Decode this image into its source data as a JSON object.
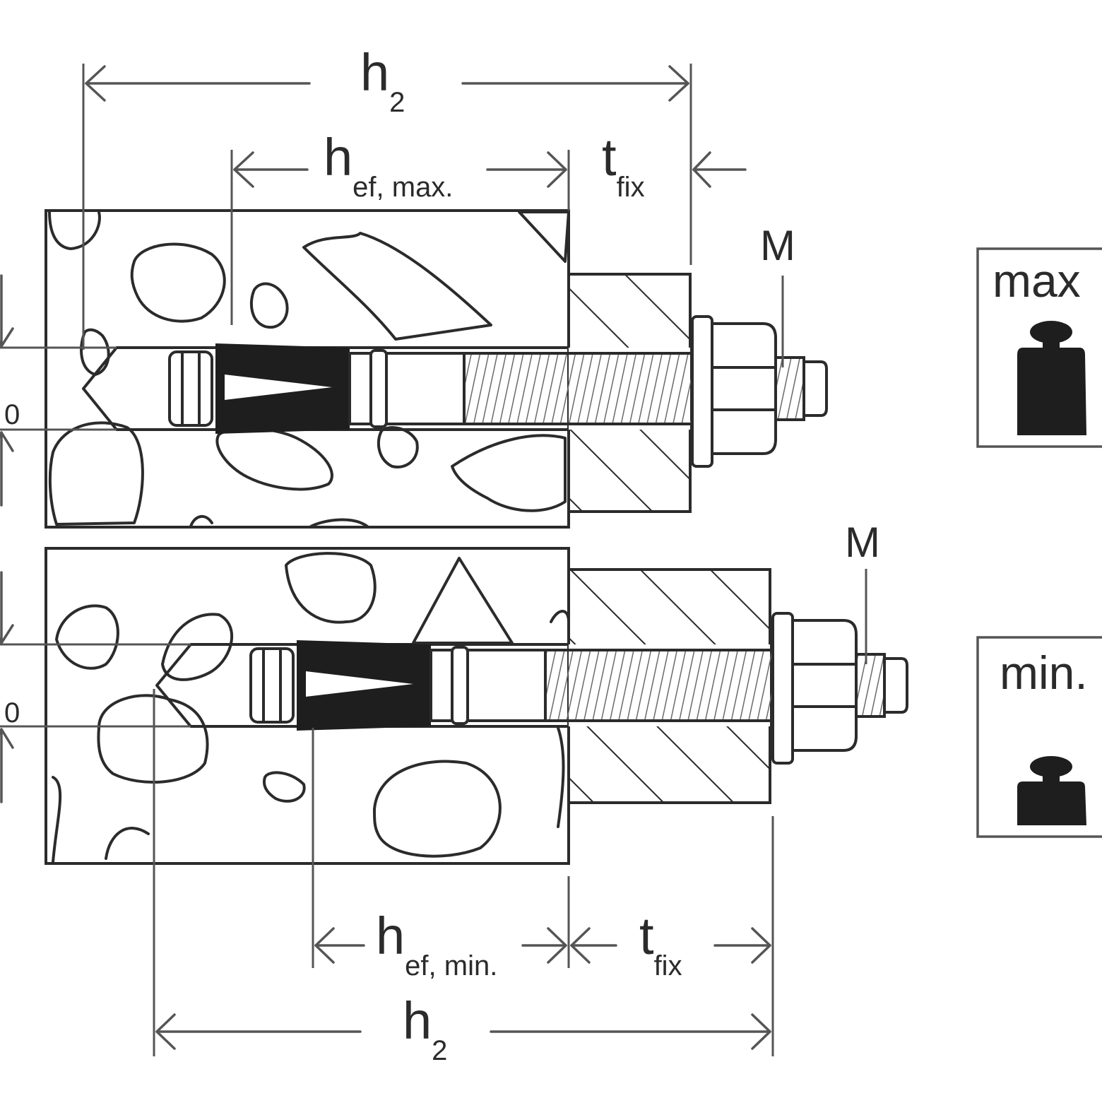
{
  "labels": {
    "h2_top": "h",
    "h2_top_sub": "2",
    "hef_max": "h",
    "hef_max_sub": "ef, max.",
    "tfix_top": "t",
    "tfix_top_sub": "fix",
    "m_top": "M",
    "m_bottom": "M",
    "hef_min": "h",
    "hef_min_sub": "ef, min.",
    "tfix_bottom": "t",
    "tfix_bottom_sub": "fix",
    "h2_bottom": "h",
    "h2_bottom_sub": "2",
    "d0_top": "0",
    "d0_bottom": "0",
    "box_max": "max",
    "box_min": "min."
  },
  "icons": {
    "weight_max": "heavy-weight-icon",
    "weight_min": "light-weight-icon"
  },
  "colors": {
    "line": "#2b2b2b",
    "dimension": "#555555",
    "sleeve": "#1e1e1e"
  }
}
